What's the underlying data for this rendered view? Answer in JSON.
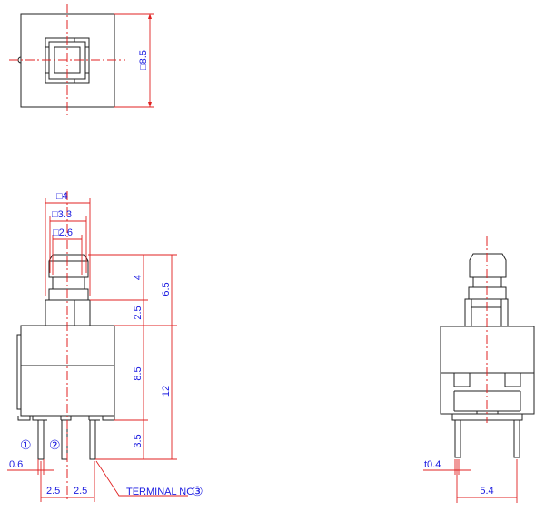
{
  "top_view": {
    "dim_size": "□8.5"
  },
  "front_view": {
    "dim_cap_outer": "□4",
    "dim_cap_mid": "□3.3",
    "dim_cap_inner": "□2.6",
    "dim_cap_height": "4",
    "dim_collar_height": "2.5",
    "dim_body_height": "8.5",
    "dim_pin_length": "3.5",
    "dim_plunger_total": "6.5",
    "dim_body_total": "12",
    "dim_pin_width": "0.6",
    "dim_pitch_1": "2.5",
    "dim_pitch_2": "2.5",
    "terminal_1": "①",
    "terminal_2": "②",
    "terminal_label": "TERMINAL NO",
    "terminal_3": "③"
  },
  "side_view": {
    "dim_pin_thickness": "t0.4",
    "dim_pin_spacing": "5.4"
  },
  "colors": {
    "outline": "#222222",
    "dimension": "#e02020",
    "text": "#1a1ae0"
  }
}
